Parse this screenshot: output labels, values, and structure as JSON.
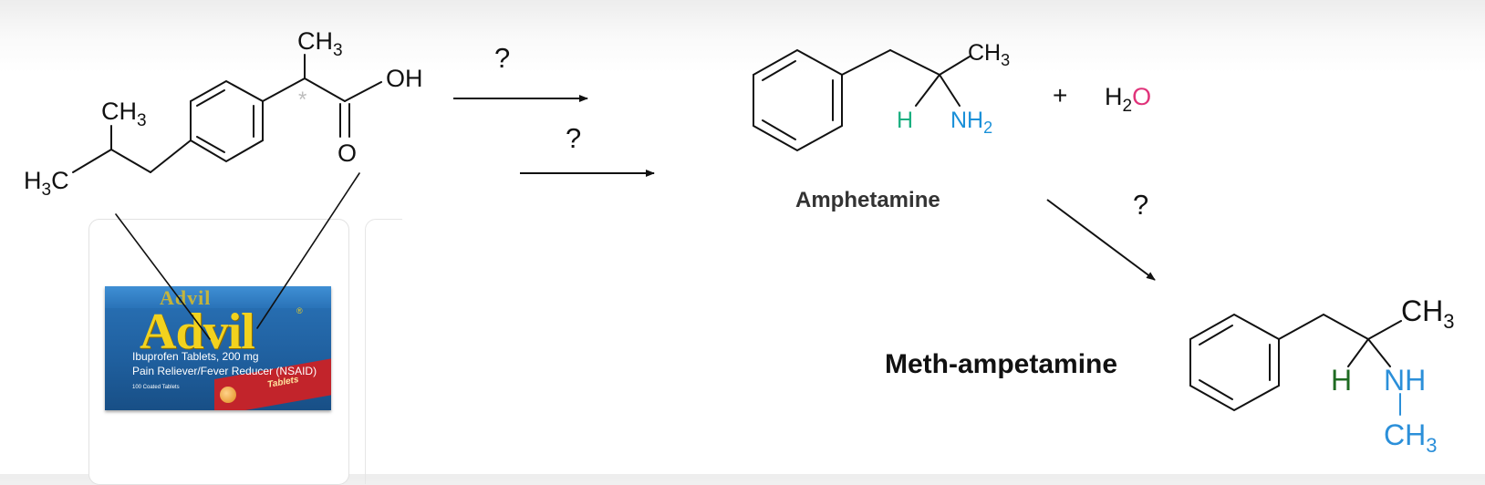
{
  "ibuprofen": {
    "ch3_top": "CH3",
    "ch3_left": "CH3",
    "h3c": "H3C",
    "oh": "OH",
    "o": "O",
    "chiral_marker": "*"
  },
  "reaction_arrows": {
    "q1": "?",
    "q2": "?",
    "q3": "?"
  },
  "amphetamine": {
    "ch3": "CH3",
    "h": "H",
    "nh2": "NH2",
    "name": "Amphetamine",
    "plus": "+",
    "water": "H2O"
  },
  "methamphetamine": {
    "name": "Meth-ampetamine",
    "ch3_top": "CH3",
    "h": "H",
    "nh": "NH",
    "ch3_bottom": "CH3"
  },
  "advil_box": {
    "brand": "Advil",
    "top_text": "Advil",
    "registered": "®",
    "line1": "Ibuprofen Tablets, 200 mg",
    "line2": "Pain Reliever/Fever Reducer (NSAID)",
    "count": "100 Coated Tablets",
    "tablets": "Tablets"
  },
  "colors": {
    "ink": "#111111",
    "h_green": "#1aaf80",
    "n_blue": "#1a90d8",
    "o_pink": "#e0337a",
    "meth_h": "#1f6b22",
    "meth_blue": "#2b8fd9"
  }
}
